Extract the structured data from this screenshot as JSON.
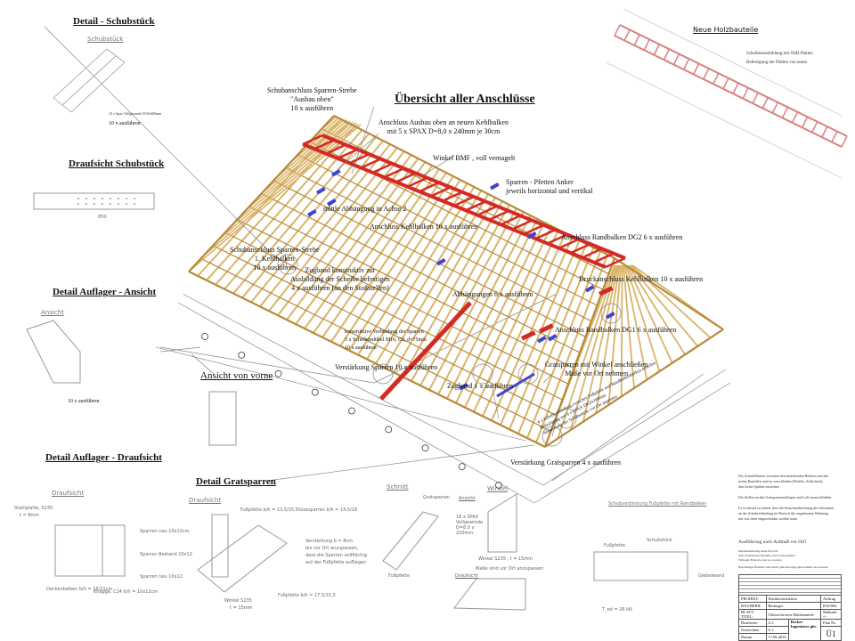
{
  "main_title": "Übersicht aller Anschlüsse",
  "labels": {
    "schub_oben": [
      "Schubanschluss Sparren-Strebe",
      "\"Ausbau oben\"",
      "10 x ausführen"
    ],
    "ausbau_oben": [
      "Anschluss Ausbau oben an neuen Kehlbalken",
      "mit 5 x SPAX D=8,0 x 240mm je 30cm"
    ],
    "winkel_bmf": "Winkel BMF ,  voll vernagelt",
    "pfetten_anker": [
      "Sparren - Pfetten Anker",
      "jeweils horizontal und vertikal"
    ],
    "abhaengung": "mittle Abhängung in Achse 2",
    "kehlbalken": "Anschluss Kehlbalken  10 x ausführen",
    "randbalken_dg2": "Anschluss Randbalken DG2   6 x ausführen",
    "schub_kehl": [
      "Schubanschluss Sparren-Strebe",
      "1. Kehlbalken",
      "10 x ausführen"
    ],
    "zugband_konst": [
      "Zugband konstruktiv zur",
      "Ausbildung der Scheibe befestigen",
      "4 x ausführen (an den Stoßstellen)"
    ],
    "abhaengungen": "Abhängungen  6 x ausführen",
    "druck_kehl": "Druckanschluss Kehlbalken  10 x ausführen",
    "konstr_verb": [
      "konstruktive Verbindung der Sparren",
      "5 x Scheibendübel M16, C2, d=75mm",
      "10 x ausführen"
    ],
    "randbalken_dg1": "Anschluss Randbalken DG1   6 x ausführen",
    "verst_sparren": "Verstärkung Sparren 10 x ausführen",
    "gratsparren": [
      "Gratsparren mit Winkel anschließen",
      "Maße vor Ort nehmen"
    ],
    "zugband1": "Zugband 1 x ausführen",
    "schubverb": [
      "4 x Schubverbindung zwischen Fußpfette und Randbalkenbalken erstellen",
      "Befestigung mit 6 x SPAX D8,0x160mm",
      "Abmessung der Schubstücks vor Ort anpassen"
    ],
    "verst_grat": "Verstärkung Gratsparren 4 x ausführen"
  },
  "sections": {
    "schubstueck": {
      "title": "Detail - Schubstück",
      "hand": "Schubstück",
      "note": "10 x Spax Vollgewinde D10x600mm",
      "count": "10 x ausführen"
    },
    "draufsicht_schub": {
      "title": "Draufsicht Schubstück",
      "dim": "850"
    },
    "auflager_ansicht": {
      "title": "Detail Auflager - Ansicht",
      "hand": "Ansicht",
      "count": "10 x ausführen"
    },
    "ansicht_vorne": {
      "title": "Ansicht von vorne"
    },
    "auflager_drauf": {
      "title": "Detail Auflager - Draufsicht",
      "hand": "Draufsicht",
      "notes": [
        "Stahlplatte, S235",
        "t = 8mm",
        "Sparren neu 10x12cm",
        "Sparren Bestand 10x12",
        "Sparren neu 10x12",
        "Deckenbalken b/h = 16/21cm",
        "Knagge, C24 b/h = 10x12cm"
      ]
    },
    "gratsparren": {
      "title": "Detail Gratsparren",
      "hand": "Draufsicht",
      "notes": [
        "Fußpfette b/h = 13,5/15,5",
        "Gratsparren b/h = 14,5/18",
        "Verstärkung b = 8cm",
        "bis vor Ort anzupassen,",
        "dass die Sparren vollflächig",
        "auf der Fußpfette aufliegen",
        "Winkel S235",
        "t = 15mm",
        "Fußpfette b/h = 17,5/15,5"
      ]
    },
    "schnitt": {
      "hand": "Schnitt",
      "notes": [
        "Gratsparren",
        "Fußpfette"
      ]
    },
    "winkel": {
      "hand": "Winkel",
      "notes": [
        "Ansicht",
        "16 x SPAX Vollgewinde D=8,0 x 220mm",
        "Winkel S235 , t = 15mm",
        "Maße sind vor Ort anzupassen",
        "Draufsicht"
      ]
    },
    "schubverbindung": {
      "hand": "Schubverbindung Fußpfette mit Randbalken",
      "notes": [
        "Fußpfette",
        "Schubstück",
        "Giebelwand",
        "T_ed = 26 kN"
      ]
    },
    "neue_holz": {
      "title": "Neue Holzbauteile",
      "notes": [
        "Scheibenausbildung mit OSB-Platten",
        "Befestigung der Platten von unten"
      ]
    }
  },
  "right_notes": [
    "Die Schraffflächen zwischen den bestehenden Hölzern und den",
    "neuen Bauteilen sind zu verschließen (Holzfix, Schlichten),",
    "dass keine Spalten entstehen",
    "Die Stellen an den Gratsparrenaufliegen sind voll auszuschließen",
    "Es ist darauf zu achten, dass die Einschraubrichtung der Schrauben",
    "an der Schubverbindung im Bereich der ausgebauten Wohnung",
    "nur von oben eingeschraubt werden kann"
  ],
  "execution": {
    "title": "Ausführung nach Aufmaß vor Ort!",
    "lines": [
      "Detailausführung siehe Plan D1",
      "Alle bestehenden Bauteile sind zu überprüfen",
      "Fehlende Bauteile sind zu ersetzen",
      "Beschädigte Bauteile sind durch gleichwertige Querschnitte zu ersetzen"
    ]
  },
  "title_block": {
    "projekt_label": "PROJEKT:",
    "projekt": "Dachkonstruktion",
    "auftrag_label": "Auftrag",
    "auftrag": "B16/082",
    "bauherr_label": "BAUHERR:",
    "bauherr": "Bettinger",
    "inhalt_label": "BLATT-TITEL:",
    "inhalt": "Übersicht neue Holzbauteile",
    "massstab_label": "Maßstab",
    "massstab": "-/-",
    "bearbeiter_label": "Bearbeiter",
    "bearbeiter": "S.J.",
    "gezeichnet_label": "Gezeichnet",
    "gezeichnet": "S.J.",
    "datum_label": "Datum",
    "datum": "17.06.2016",
    "firma": "Becker Ingenieure gbr.",
    "plan_label": "Plan Nr.",
    "plan": "Ü1"
  },
  "colors": {
    "timber": "#d9b46a",
    "timber_dark": "#b88a3a",
    "new_timber": "#d42a24",
    "steel": "#3a45d6",
    "line": "#888888"
  }
}
